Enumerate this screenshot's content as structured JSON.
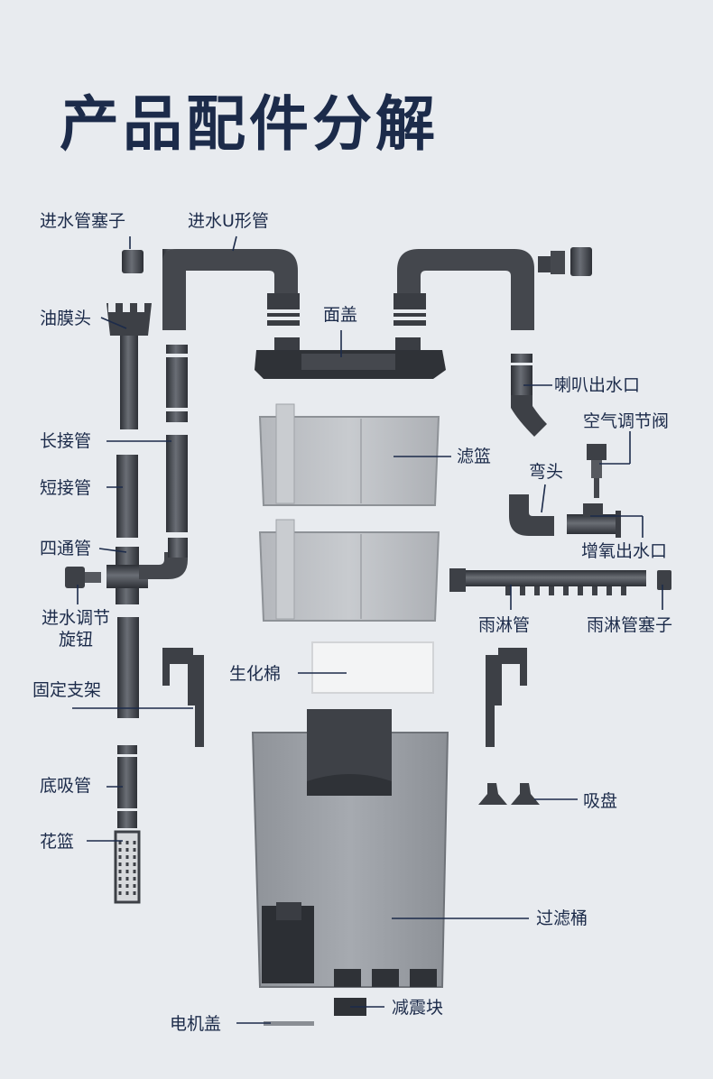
{
  "title": "产品配件分解",
  "labels": {
    "inlet_plug": "进水管塞子",
    "inlet_u_pipe": "进水U形管",
    "oil_film_head": "油膜头",
    "cover": "面盖",
    "spout": "喇叭出水口",
    "air_valve": "空气调节阀",
    "long_pipe": "长接管",
    "filter_basket": "滤篮",
    "elbow": "弯头",
    "short_pipe": "短接管",
    "four_way": "四通管",
    "oxygen_outlet": "增氧出水口",
    "inlet_knob": "进水调节\n旋钮",
    "rain_pipe": "雨淋管",
    "rain_plug": "雨淋管塞子",
    "bracket": "固定支架",
    "bio_sponge": "生化棉",
    "suction_cup": "吸盘",
    "bottom_intake": "底吸管",
    "strainer": "花篮",
    "filter_bucket": "过滤桶",
    "damper": "减震块",
    "motor_cover": "电机盖"
  },
  "colors": {
    "background": "#e8ebef",
    "text": "#1c2b4a",
    "part_dark": "#3b3e44",
    "part_mid": "#5a5e65",
    "tank": "#a9adb3"
  }
}
